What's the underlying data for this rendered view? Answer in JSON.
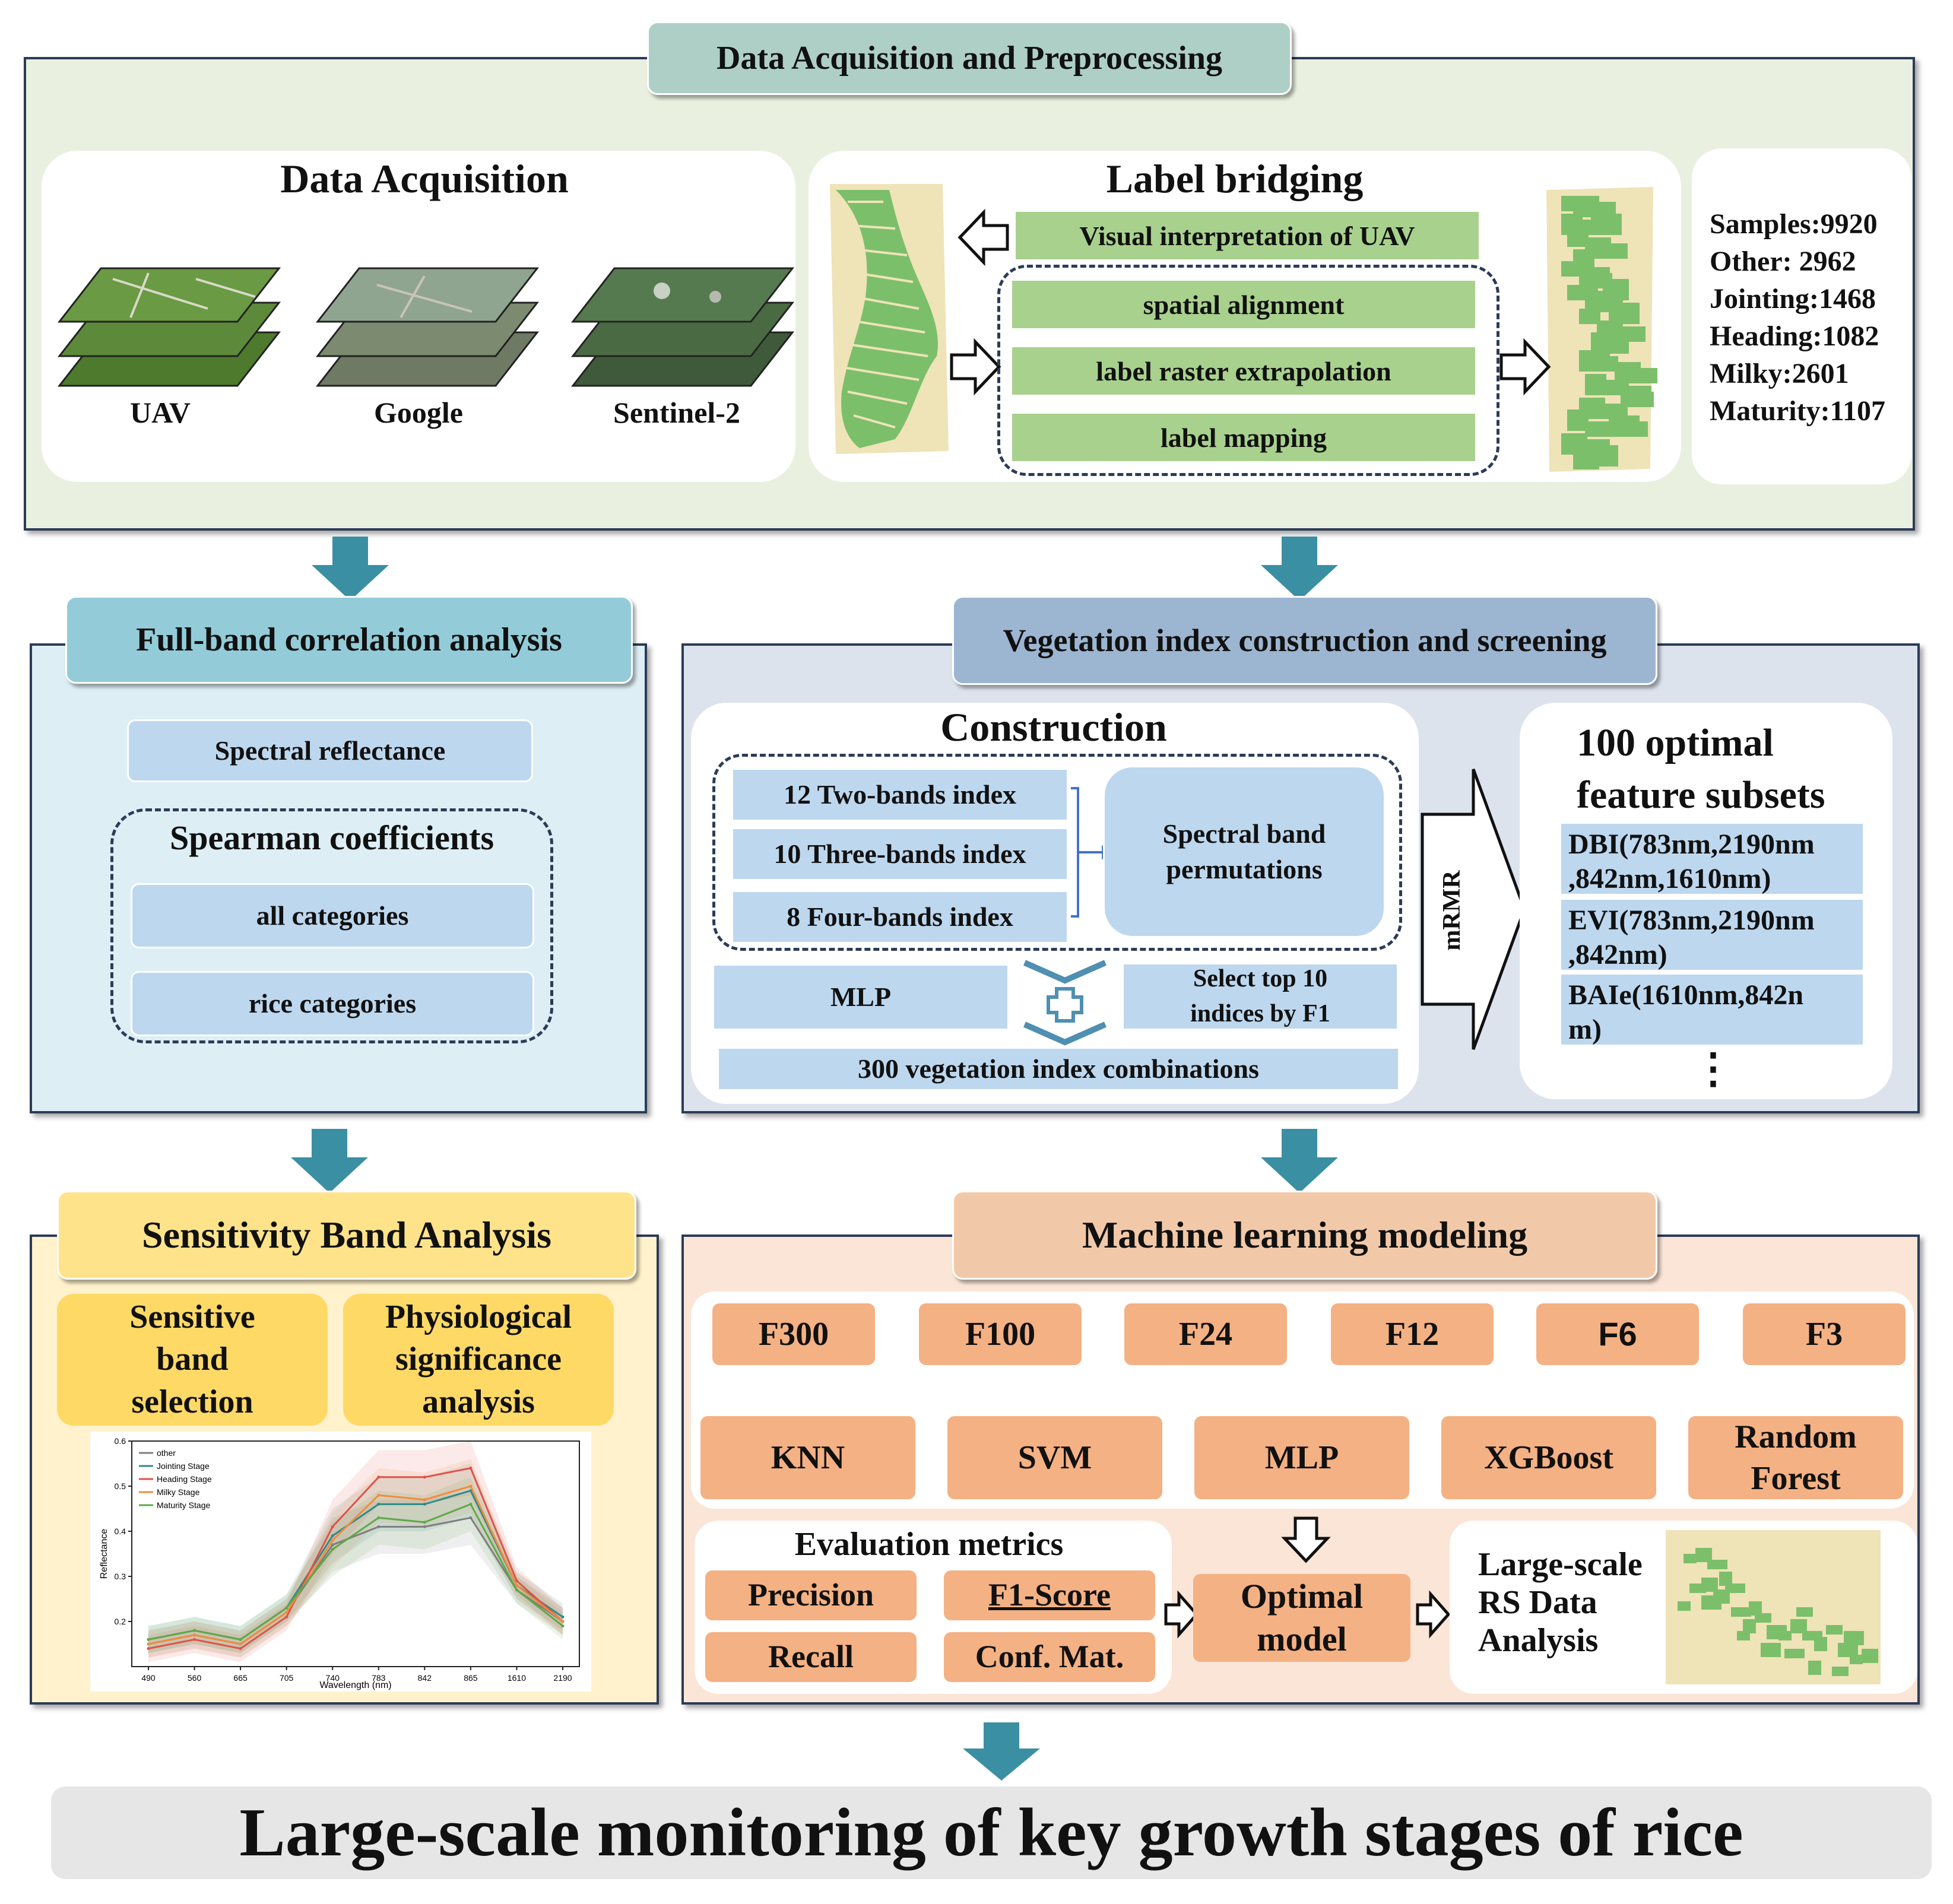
{
  "acquisition": {
    "header": "Data Acquisition and Preprocessing",
    "data_acq_title": "Data Acquisition",
    "sources": [
      "UAV",
      "Google",
      "Sentinel-2"
    ],
    "label_title": "Label bridging",
    "visual_interp": "Visual interpretation of UAV",
    "steps": [
      "spatial alignment",
      "label raster extrapolation",
      "label mapping"
    ],
    "samples": [
      "Samples:9920",
      "Other: 2962",
      "Jointing:1468",
      "Heading:1082",
      "Milky:2601",
      "Maturity:1107"
    ]
  },
  "fullband": {
    "header": "Full-band correlation analysis",
    "spectral": "Spectral reflectance",
    "spearman": "Spearman coefficients",
    "all": "all categories",
    "rice": "rice categories"
  },
  "vegetation": {
    "header": "Vegetation index construction and screening",
    "construction": "Construction",
    "indices": [
      "12 Two-bands index",
      "10 Three-bands index",
      "8 Four-bands index"
    ],
    "permutations_l1": "Spectral band",
    "permutations_l2": "permutations",
    "mlp": "MLP",
    "select_l1": "Select top 10",
    "select_l2": "indices by F1",
    "combos": "300 vegetation index combinations",
    "mrmr": "mRMR",
    "subsets_l1": "100 optimal",
    "subsets_l2": "feature subsets",
    "subset_items": [
      [
        "DBI(783nm,2190nm",
        ",842nm,1610nm)"
      ],
      [
        "EVI(783nm,2190nm",
        ",842nm)"
      ],
      [
        "BAIe(1610nm,842n",
        "m)"
      ]
    ],
    "ellipsis": "⋮"
  },
  "sensitivity": {
    "header": "Sensitivity Band Analysis",
    "box1": [
      "Sensitive",
      "band",
      "selection"
    ],
    "box2": [
      "Physiological",
      "significance",
      "analysis"
    ]
  },
  "chart_data": {
    "type": "line",
    "title": "",
    "xlabel": "Wavelength (nm)",
    "ylabel": "Reflectance",
    "categories": [
      "490",
      "560",
      "665",
      "705",
      "740",
      "783",
      "842",
      "865",
      "1610",
      "2190"
    ],
    "ylim": [
      0.1,
      0.6
    ],
    "yticks": [
      "0.2",
      "0.3",
      "0.4",
      "0.5",
      "0.6"
    ],
    "legend_position": "top-left",
    "grid": false,
    "shaded_bands": true,
    "series": [
      {
        "name": "other",
        "color": "#7f7f7f",
        "values": [
          0.15,
          0.17,
          0.15,
          0.22,
          0.37,
          0.41,
          0.41,
          0.43,
          0.27,
          0.2
        ]
      },
      {
        "name": "Jointing Stage",
        "color": "#2e8b8b",
        "values": [
          0.16,
          0.18,
          0.16,
          0.23,
          0.39,
          0.46,
          0.46,
          0.49,
          0.28,
          0.21
        ]
      },
      {
        "name": "Heading Stage",
        "color": "#e0524a",
        "values": [
          0.14,
          0.16,
          0.14,
          0.21,
          0.41,
          0.52,
          0.52,
          0.54,
          0.29,
          0.2
        ]
      },
      {
        "name": "Milky Stage",
        "color": "#f08c3c",
        "values": [
          0.15,
          0.17,
          0.15,
          0.22,
          0.38,
          0.48,
          0.47,
          0.5,
          0.28,
          0.2
        ]
      },
      {
        "name": "Maturity Stage",
        "color": "#5fa84a",
        "values": [
          0.16,
          0.18,
          0.16,
          0.23,
          0.36,
          0.43,
          0.42,
          0.46,
          0.27,
          0.19
        ]
      }
    ]
  },
  "ml": {
    "header": "Machine learning modeling",
    "features": [
      "F300",
      "F100",
      "F24",
      "F12",
      "F6",
      "F3"
    ],
    "models": [
      "KNN",
      "SVM",
      "MLP",
      "XGBoost",
      "Random Forest"
    ],
    "eval_title": "Evaluation metrics",
    "metrics": [
      "Precision",
      "F1-Score",
      "Recall",
      "Conf. Mat."
    ],
    "optimal": [
      "Optimal",
      "model"
    ],
    "rs": [
      "Large-scale",
      "RS Data",
      "Analysis"
    ]
  },
  "footer": "Large-scale monitoring of key growth stages of rice",
  "colors": {
    "panel_green": "#e9f0df",
    "panel_blue": "#ddeef5",
    "panel_slate": "#dce3ed",
    "panel_cream": "#fff2cc",
    "panel_peach": "#fbe5d6",
    "arrow_teal": "#3a8fa3",
    "label_green": "#a9d18e",
    "box_blue": "#bdd7ee",
    "box_orange": "#f4b183",
    "box_yellow": "#ffd966"
  }
}
